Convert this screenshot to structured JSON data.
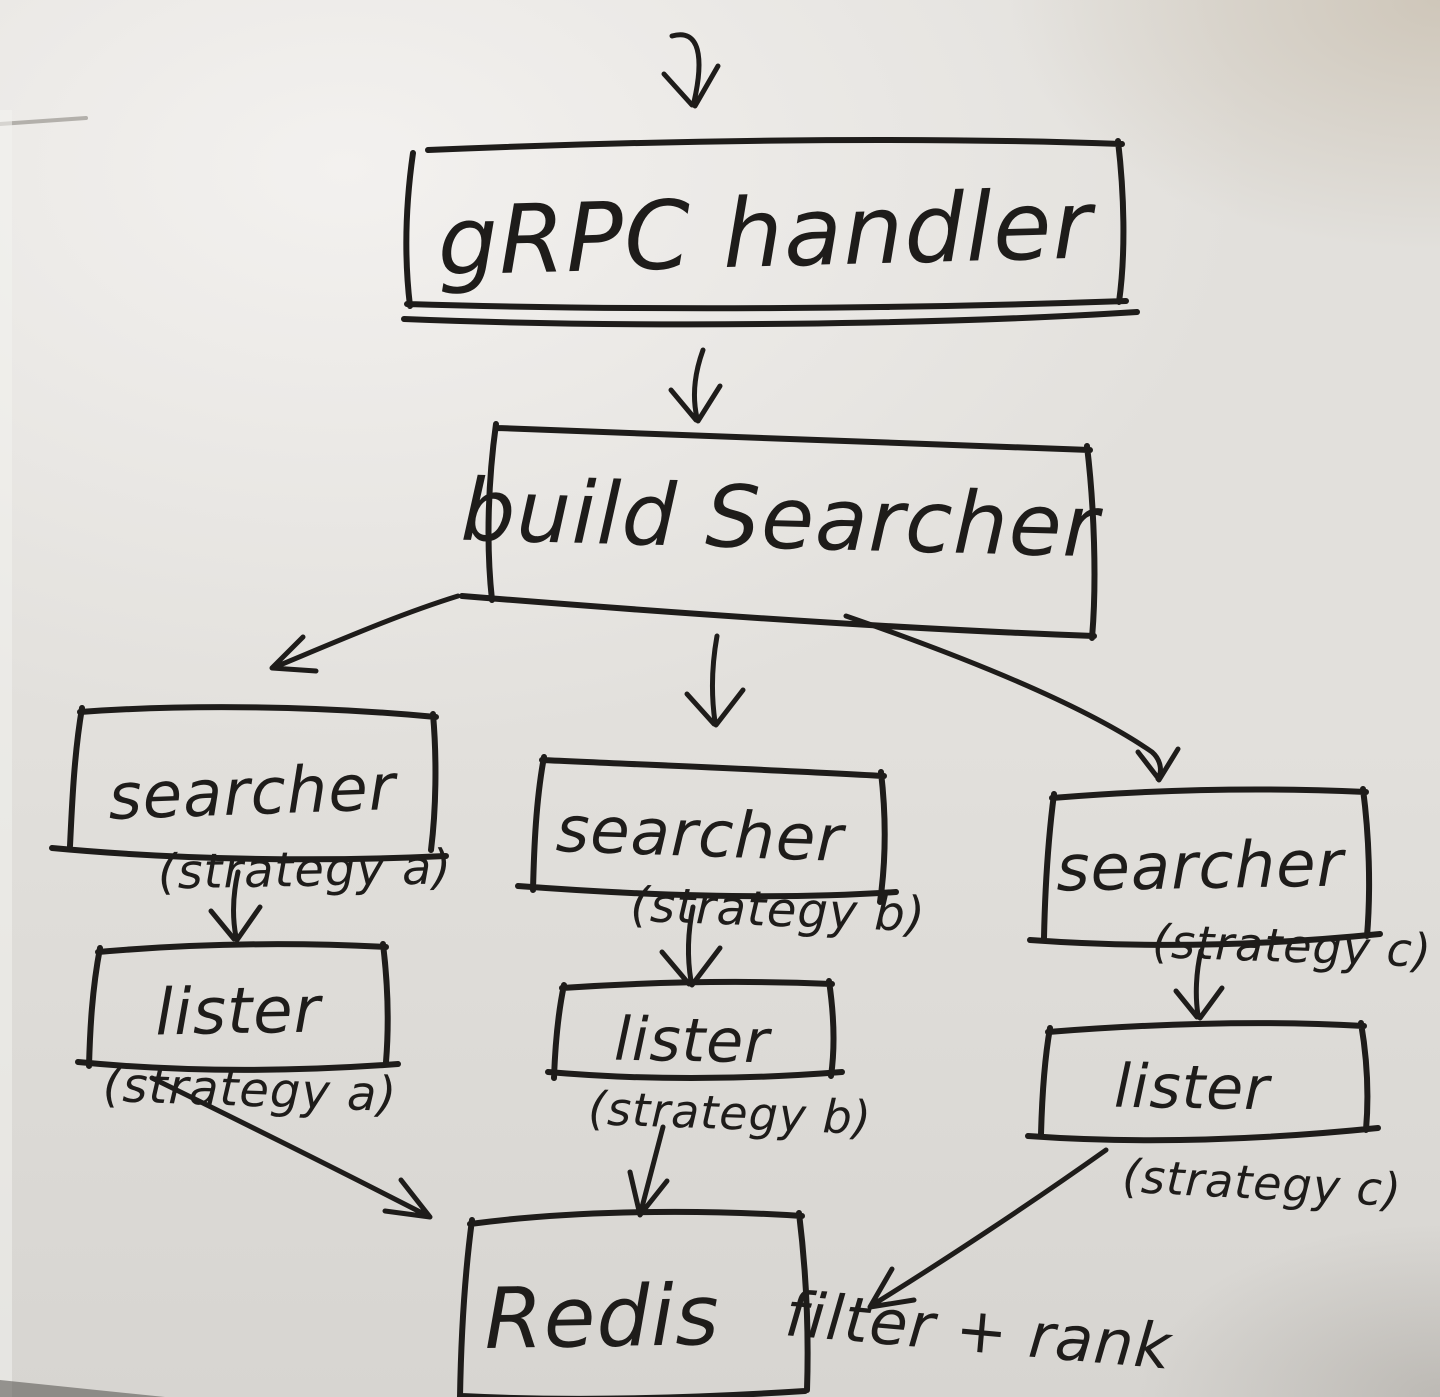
{
  "colors": {
    "ink": "#1e1c1a",
    "board-light": "#edebe8",
    "board-mid": "#e2e0dc",
    "board-dark": "#d7d5d1"
  },
  "nodes": {
    "grpc_handler": {
      "label": "gRPC handler"
    },
    "build_searcher": {
      "label": "build Searcher"
    },
    "searcher_a": {
      "label": "searcher",
      "sublabel": "(strategy a)"
    },
    "searcher_b": {
      "label": "searcher",
      "sublabel": "(strategy b)"
    },
    "searcher_c": {
      "label": "searcher",
      "sublabel": "(strategy c)"
    },
    "lister_a": {
      "label": "lister",
      "sublabel": "(strategy a)"
    },
    "lister_b": {
      "label": "lister",
      "sublabel": "(strategy b)"
    },
    "lister_c": {
      "label": "lister",
      "sublabel": "(strategy c)"
    },
    "redis": {
      "label": "Redis"
    }
  },
  "annotations": {
    "filter_rank": "filter + rank"
  },
  "edges": [
    {
      "from": "entry",
      "to": "grpc_handler"
    },
    {
      "from": "grpc_handler",
      "to": "build_searcher"
    },
    {
      "from": "build_searcher",
      "to": "searcher_a"
    },
    {
      "from": "build_searcher",
      "to": "searcher_b"
    },
    {
      "from": "build_searcher",
      "to": "searcher_c"
    },
    {
      "from": "searcher_a",
      "to": "lister_a"
    },
    {
      "from": "searcher_b",
      "to": "lister_b"
    },
    {
      "from": "searcher_c",
      "to": "lister_c"
    },
    {
      "from": "lister_a",
      "to": "redis"
    },
    {
      "from": "lister_b",
      "to": "redis"
    },
    {
      "from": "lister_c",
      "to": "redis"
    }
  ]
}
